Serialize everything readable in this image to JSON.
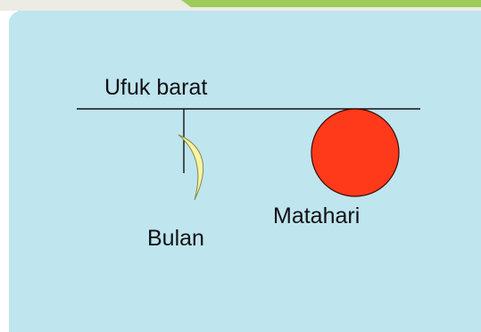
{
  "labels": {
    "horizon": "Ufuk barat",
    "moon": "Bulan",
    "sun": "Matahari"
  },
  "colors": {
    "panel": "#bfe5ef",
    "top_border": "#ecece4",
    "accent_strip": "#9ecb5a",
    "left_edge": "#a8d3de",
    "sun_fill": "#ff3a1a",
    "moon_fill": "#f7f3a6",
    "line": "#111111"
  }
}
